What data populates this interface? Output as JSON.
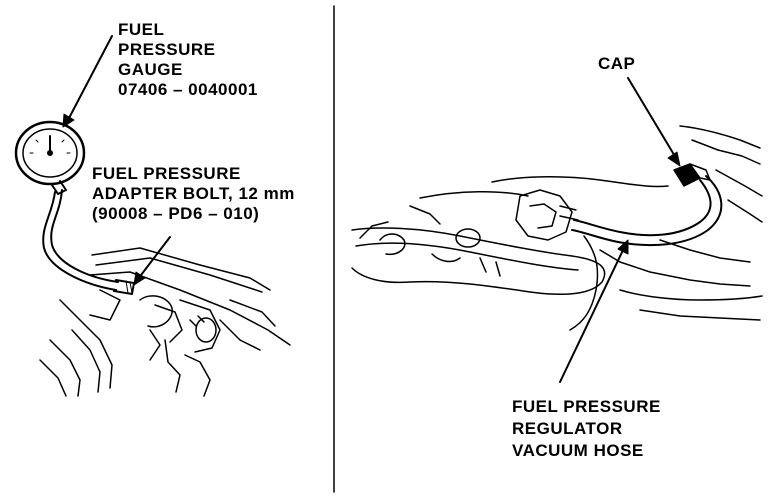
{
  "left_panel": {
    "gauge_label": {
      "line1": "FUEL",
      "line2": "PRESSURE",
      "line3": "GAUGE",
      "part_no": "07406 – 0040001"
    },
    "adapter_label": {
      "line1": "FUEL PRESSURE",
      "line2": "ADAPTER BOLT, 12 mm",
      "part_no": "(90008 – PD6 – 010)"
    }
  },
  "right_panel": {
    "cap_label": "CAP",
    "hose_label": {
      "line1": "FUEL PRESSURE",
      "line2": "REGULATOR",
      "line3": "VACUUM HOSE"
    }
  },
  "colors": {
    "ink": "#000000",
    "paper": "#ffffff"
  }
}
